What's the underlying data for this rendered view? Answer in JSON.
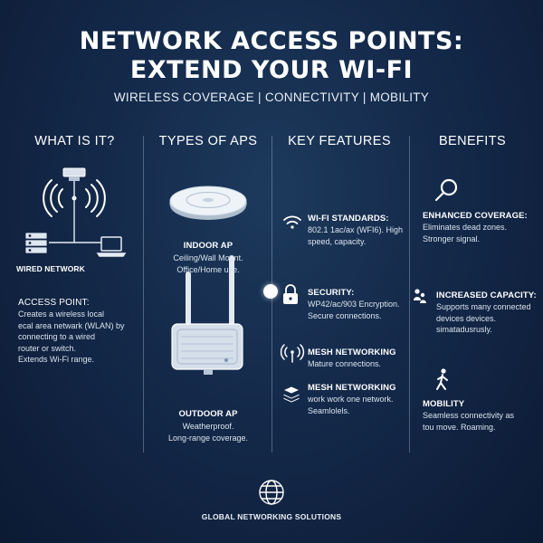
{
  "header": {
    "title_line1": "NETWORK ACCESS POINTS:",
    "title_line2": "EXTEND YOUR WI-FI",
    "subtitle": "WIRELESS COVERAGE | CONNECTIVITY | MOBILITY"
  },
  "columns": {
    "what": {
      "heading": "WHAT IS IT?",
      "wired_label": "WIRED NETWORK",
      "ap_title": "ACCESS POINT:",
      "ap_lines": [
        "Creates a wireless local",
        "ecal area netwark (WLAN) by",
        "connecting to a wired",
        "router or switch.",
        "Extends Wi-Fi range."
      ]
    },
    "types": {
      "heading": "TYPES OF APS",
      "indoor_title": "INDOOR AP",
      "indoor_lines": [
        "Ceiling/Wall Mount.",
        "Office/Home use."
      ],
      "outdoor_title": "OUTDOOR AP",
      "outdoor_lines": [
        "Weatherproof.",
        "Long-range coverage."
      ]
    },
    "features": {
      "heading": "KEY FEATURES",
      "items": [
        {
          "title": "WI-FI STANDARDS:",
          "lines": [
            "802.1 1ac/ax (WFI6). High",
            "speed, capacity."
          ],
          "icon": "wifi-icon"
        },
        {
          "title": "SECURITY:",
          "lines": [
            "WP42/ac/903 Encryption.",
            "Secure connections."
          ],
          "icon": "lock-icon"
        },
        {
          "title": "MESH NETWORKING",
          "lines": [
            "Mature connections."
          ],
          "icon": "broadcast-icon"
        },
        {
          "title": "MESH NETWORKING",
          "lines": [
            "work work one network.",
            "Seamlolels."
          ],
          "icon": "stack-icon"
        }
      ]
    },
    "benefits": {
      "heading": "BENEFITS",
      "items": [
        {
          "title": "ENHANCED COVERAGE:",
          "lines": [
            "Eliminates dead zones.",
            "Stronger signal."
          ],
          "icon": "magnifier-icon"
        },
        {
          "title": "INCREASED CAPACITY:",
          "lines": [
            "Supports many connected",
            "devices devices.",
            "simatadusrusly."
          ],
          "icon": "users-icon"
        },
        {
          "title": "MOBILITY",
          "lines": [
            "Seamless connectivity as",
            "tou move. Roaming."
          ],
          "icon": "walking-person-icon"
        }
      ]
    }
  },
  "footer": {
    "brand": "GLOBAL NETWORKING SOLUTIONS",
    "icon": "globe-icon"
  }
}
